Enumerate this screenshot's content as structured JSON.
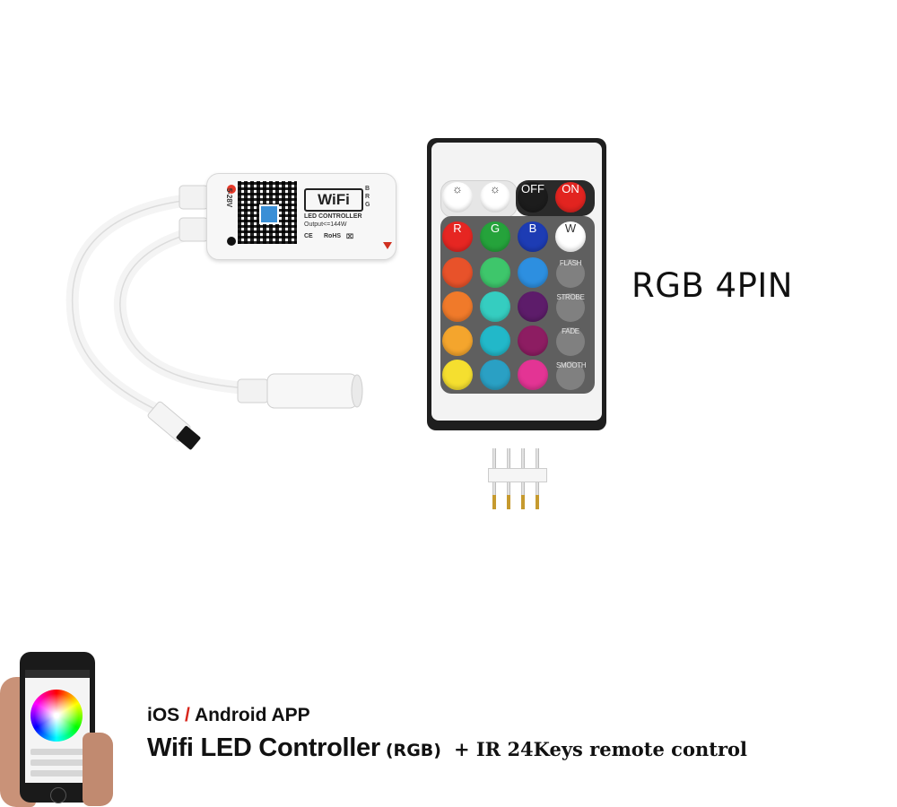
{
  "controller": {
    "logo": "WiFi",
    "line1": "LED CONTROLLER",
    "line2": "Output<=144W",
    "voltage": "5-28V",
    "pin_order": "BRG",
    "cert1": "CE",
    "cert2": "RoHS"
  },
  "remote": {
    "top_keys": [
      {
        "label": "☼",
        "name": "brightness-up-icon",
        "color": "#ffffff"
      },
      {
        "label": "☼",
        "name": "brightness-down-icon",
        "color": "#ffffff"
      },
      {
        "label": "OFF",
        "name": "off-key",
        "color": "#1c1c1c"
      },
      {
        "label": "ON",
        "name": "on-key",
        "color": "#e22420"
      }
    ],
    "rgbw_keys": [
      {
        "label": "R",
        "color": "#e62622"
      },
      {
        "label": "G",
        "color": "#25a33b"
      },
      {
        "label": "B",
        "color": "#1d3cb4"
      },
      {
        "label": "W",
        "color": "#ffffff"
      }
    ],
    "color_rows": [
      [
        "#e8522a",
        "#3ec66b",
        "#2d8fe0"
      ],
      [
        "#f07a2a",
        "#35cdc0",
        "#5d1c6a"
      ],
      [
        "#f4a52d",
        "#22b8c9",
        "#8d1d62"
      ],
      [
        "#f5df2f",
        "#2aa0c4",
        "#e33494"
      ]
    ],
    "function_keys": [
      "FLASH",
      "STROBE",
      "FADE",
      "SMOOTH"
    ]
  },
  "rgb_label": "RGB 4PIN",
  "app_line": {
    "ios": "iOS",
    "slash": "/",
    "android": "Android APP"
  },
  "title_line": {
    "main": "Wifi LED Controller",
    "rgb": "(RGB)",
    "ir": "+ IR 24Keys remote control"
  }
}
